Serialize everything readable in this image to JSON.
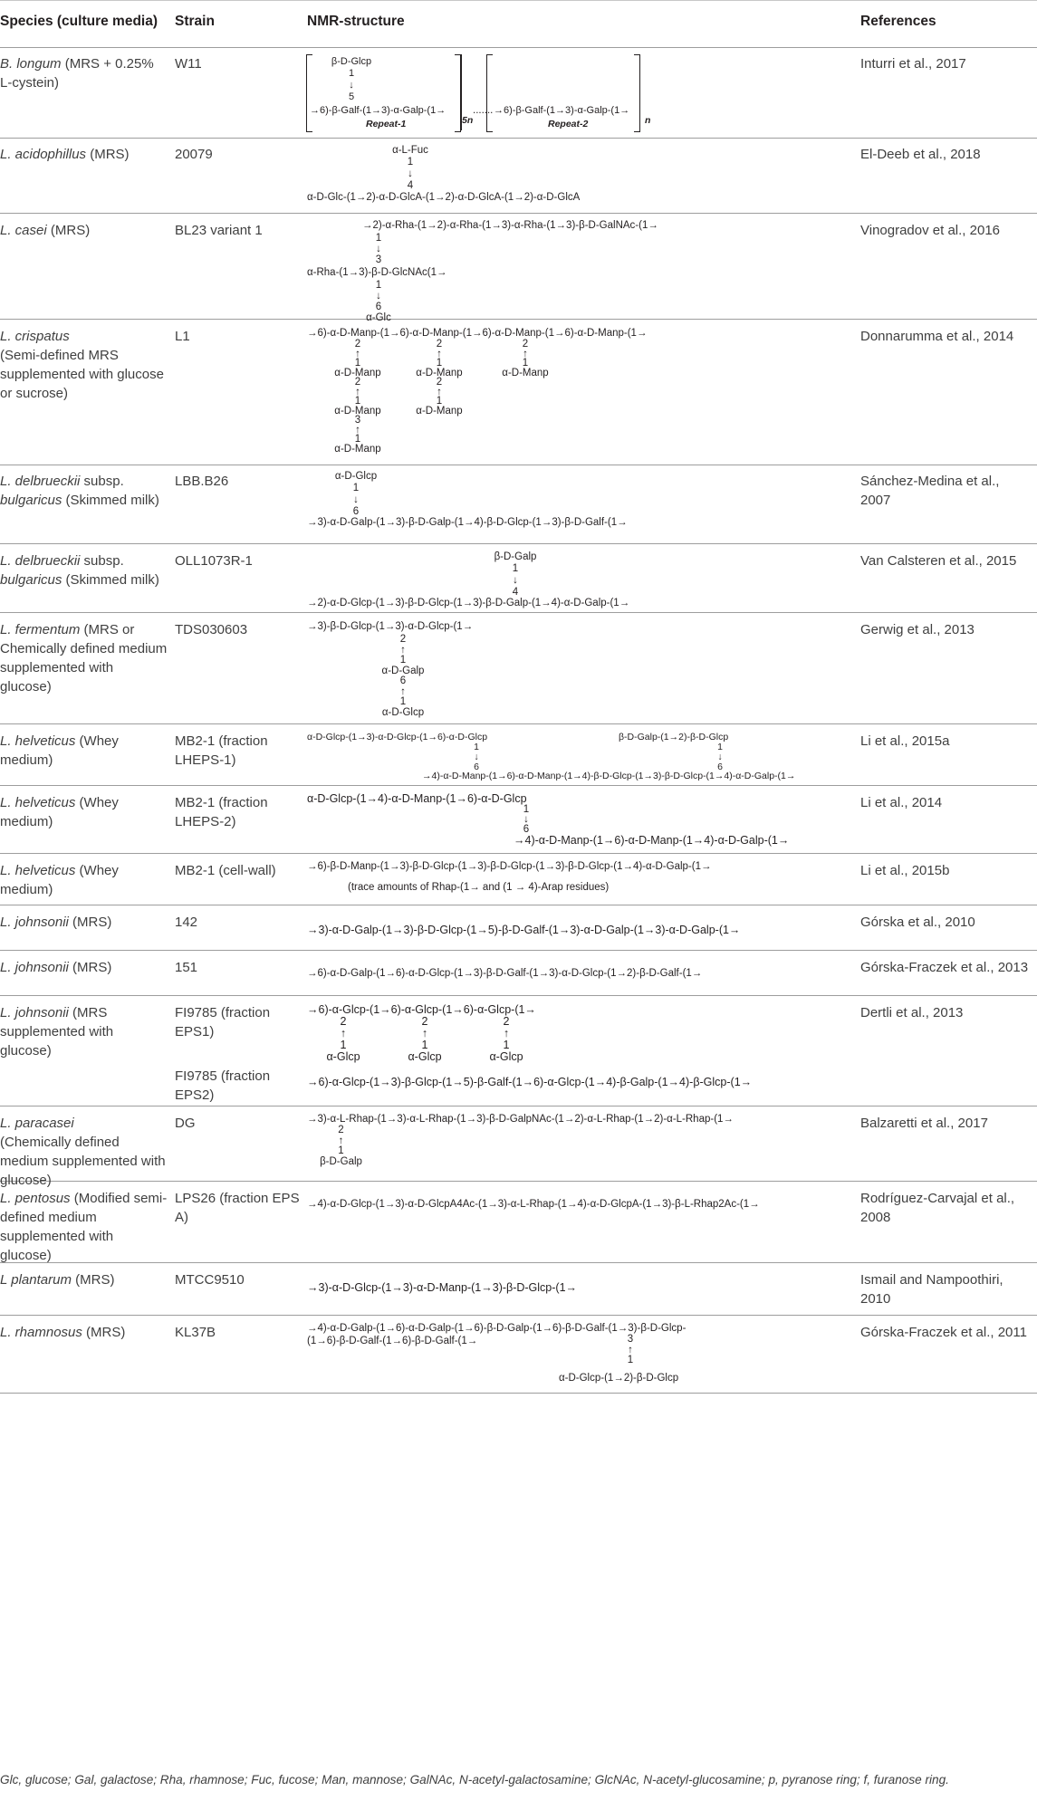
{
  "headers": {
    "species": "Species (culture media)",
    "strain": "Strain",
    "nmr": "NMR-structure",
    "references": "References"
  },
  "rows": [
    {
      "species_name": "B. longum",
      "species_media": " (MRS + 0.25% L-cystein)",
      "strain": "W11",
      "reference": "Inturri et al., 2017",
      "nmr": {
        "r1_branch": "β-D-Glcp\n1\n↓\n5",
        "r1_main": "→6)-β-Galf-(1→3)-α-Galp-(1→",
        "r1_label": "Repeat-1",
        "r1_sub": "5n",
        "r2_main": "→6)-β-Galf-(1→3)-α-Galp-(1→",
        "r2_label": "Repeat-2",
        "r2_sub": "n"
      }
    },
    {
      "species_name": "L. acidophillus",
      "species_media": " (MRS)",
      "strain": "20079",
      "reference": "El-Deeb et al., 2018",
      "nmr": {
        "branch": "α-L-Fuc\n1\n↓\n4",
        "main": "α-D-Glc-(1→2)-α-D-GlcA-(1→2)-α-D-GlcA-(1→2)-α-D-GlcA"
      }
    },
    {
      "species_name": "L. casei",
      "species_media": " (MRS)",
      "strain": "BL23 variant 1",
      "reference": "Vinogradov et al., 2016",
      "nmr": {
        "main": "→2)-α-Rha-(1→2)-α-Rha-(1→3)-α-Rha-(1→3)-β-D-GalNAc-(1→",
        "link1": "1\n↓\n3",
        "side": "α-Rha-(1→3)-β-D-GlcNAc(1→",
        "link2": "1\n↓\n6\nα-Glc"
      }
    },
    {
      "species_name": "L. crispatus",
      "species_media": "\n(Semi-defined MRS supplemented with glucose or sucrose)",
      "strain": "L1",
      "reference": "Donnarumma et al., 2014",
      "nmr": {
        "main": "→6)-α-D-Manp-(1→6)-α-D-Manp-(1→6)-α-D-Manp-(1→6)-α-D-Manp-(1→",
        "b1": "2\n↑\n1\nα-D-Manp\n2\n↑\n1\nα-D-Manp\n3\n↑\n1\nα-D-Manp",
        "b2": "2\n↑\n1\nα-D-Manp\n2\n↑\n1\nα-D-Manp",
        "b3": "2\n↑\n1\nα-D-Manp"
      }
    },
    {
      "species_name": "L. delbrueckii",
      "species_mid": " subsp. ",
      "species_name2": "bulgaricus",
      "species_media": " (Skimmed milk)",
      "strain": "LBB.B26",
      "reference": "Sánchez-Medina et al., 2007",
      "nmr": {
        "branch": "α-D-Glcp\n1\n↓\n6",
        "main": "→3)-α-D-Galp-(1→3)-β-D-Galp-(1→4)-β-D-Glcp-(1→3)-β-D-Galf-(1→"
      }
    },
    {
      "species_name": "L. delbrueckii",
      "species_mid": " subsp. ",
      "species_name2": "bulgaricus",
      "species_media": " (Skimmed milk)",
      "strain": "OLL1073R-1",
      "reference": "Van Calsteren et al., 2015",
      "nmr": {
        "branch": "β-D-Galp\n1\n↓\n4",
        "main": "→2)-α-D-Glcp-(1→3)-β-D-Glcp-(1→3)-β-D-Galp-(1→4)-α-D-Galp-(1→"
      }
    },
    {
      "species_name": "L. fermentum",
      "species_media": " (MRS or Chemically defined medium supplemented with glucose)",
      "strain": "TDS030603",
      "reference": "Gerwig et al., 2013",
      "nmr": {
        "main": "→3)-β-D-Glcp-(1→3)-α-D-Glcp-(1→",
        "branch": "2\n↑\n1\nα-D-Galp\n6\n↑\n1\nα-D-Glcp"
      }
    },
    {
      "species_name": "L. helveticus",
      "species_media": " (Whey medium)",
      "strain": "MB2-1 (fraction LHEPS-1)",
      "reference": "Li et al., 2015a",
      "nmr": {
        "b1": "α-D-Glcp-(1→3)-α-D-Glcp-(1→6)-α-D-Glcp",
        "b1link": "1\n↓\n6",
        "b2": "β-D-Galp-(1→2)-β-D-Glcp",
        "b2link": "1\n↓\n6",
        "main": "→4)-α-D-Manp-(1→6)-α-D-Manp-(1→4)-β-D-Glcp-(1→3)-β-D-Glcp-(1→4)-α-D-Galp-(1→"
      }
    },
    {
      "species_name": "L. helveticus",
      "species_media": " (Whey medium)",
      "strain": "MB2-1 (fraction LHEPS-2)",
      "reference": "Li et al., 2014",
      "nmr": {
        "branch": "α-D-Glcp-(1→4)-α-D-Manp-(1→6)-α-D-Glcp",
        "link": "1\n↓\n6",
        "main": "→4)-α-D-Manp-(1→6)-α-D-Manp-(1→4)-α-D-Galp-(1→"
      }
    },
    {
      "species_name": "L. helveticus",
      "species_media": " (Whey medium)",
      "strain": "MB2-1 (cell-wall)",
      "reference": "Li et al., 2015b",
      "nmr": {
        "main": "→6)-β-D-Manp-(1→3)-β-D-Glcp-(1→3)-β-D-Glcp-(1→3)-β-D-Glcp-(1→4)-α-D-Galp-(1→",
        "note": "(trace amounts of Rhap-(1→ and (1 → 4)-Arap residues)"
      }
    },
    {
      "species_name": "L. johnsonii",
      "species_media": " (MRS)",
      "strain": "142",
      "reference": "Górska et al., 2010",
      "nmr": {
        "main": "→3)-α-D-Galp-(1→3)-β-D-Glcp-(1→5)-β-D-Galf-(1→3)-α-D-Galp-(1→3)-α-D-Galp-(1→"
      }
    },
    {
      "species_name": "L. johnsonii",
      "species_media": " (MRS)",
      "strain": "151",
      "reference": "Górska-Fraczek et al., 2013",
      "nmr": {
        "main": "→6)-α-D-Galp-(1→6)-α-D-Glcp-(1→3)-β-D-Galf-(1→3)-α-D-Glcp-(1→2)-β-D-Galf-(1→"
      }
    },
    {
      "species_name": "L. johnsonii",
      "species_media": " (MRS supplemented with glucose)",
      "strain": "FI9785 (fraction EPS1)",
      "strain2": "FI9785 (fraction EPS2)",
      "reference": "Dertli et al., 2013",
      "nmr": {
        "main": "→6)-α-Glcp-(1→6)-α-Glcp-(1→6)-α-Glcp-(1→",
        "branch": "2\n↑\n1\nα-Glcp",
        "main2": "→6)-α-Glcp-(1→3)-β-Glcp-(1→5)-β-Galf-(1→6)-α-Glcp-(1→4)-β-Galp-(1→4)-β-Glcp-(1→"
      }
    },
    {
      "species_name": "L. paracasei",
      "species_media": "\n(Chemically defined medium supplemented with glucose)",
      "strain": "DG",
      "reference": "Balzaretti et al., 2017",
      "nmr": {
        "main": "→3)-α-L-Rhap-(1→3)-α-L-Rhap-(1→3)-β-D-GalpNAc-(1→2)-α-L-Rhap-(1→2)-α-L-Rhap-(1→",
        "branch": "2\n↑\n1\nβ-D-Galp"
      }
    },
    {
      "species_name": "L. pentosus",
      "species_media": " (Modified semi-defined medium supplemented with glucose)",
      "strain": "LPS26 (fraction EPS A)",
      "reference": "Rodríguez-Carvajal et al., 2008",
      "nmr": {
        "main": "→4)-α-D-Glcp-(1→3)-α-D-GlcpA4Ac-(1→3)-α-L-Rhap-(1→4)-α-D-GlcpA-(1→3)-β-L-Rhap2Ac-(1→"
      }
    },
    {
      "species_name": "L plantarum",
      "species_media": " (MRS)",
      "strain": "MTCC9510",
      "reference": "Ismail and Nampoothiri, 2010",
      "nmr": {
        "main": "→3)-α-D-Glcp-(1→3)-α-D-Manp-(1→3)-β-D-Glcp-(1→"
      }
    },
    {
      "species_name": "L. rhamnosus",
      "species_media": " (MRS)",
      "strain": "KL37B",
      "reference": "Górska-Fraczek et al., 2011",
      "nmr": {
        "main": "→4)-α-D-Galp-(1→6)-α-D-Galp-(1→6)-β-D-Galp-(1→6)-β-D-Galf-(1→3)-β-D-Glcp-",
        "main_cont": "(1→6)-β-D-Galf-(1→6)-β-D-Galf-(1→",
        "link": "3\n↑\n1",
        "branch": "α-D-Glcp-(1→2)-β-D-Glcp"
      }
    }
  ],
  "footnote": "Glc, glucose; Gal, galactose; Rha, rhamnose; Fuc, fucose; Man, mannose; GalNAc, N-acetyl-galactosamine; GlcNAc, N-acetyl-glucosamine; p, pyranose ring; f, furanose ring."
}
